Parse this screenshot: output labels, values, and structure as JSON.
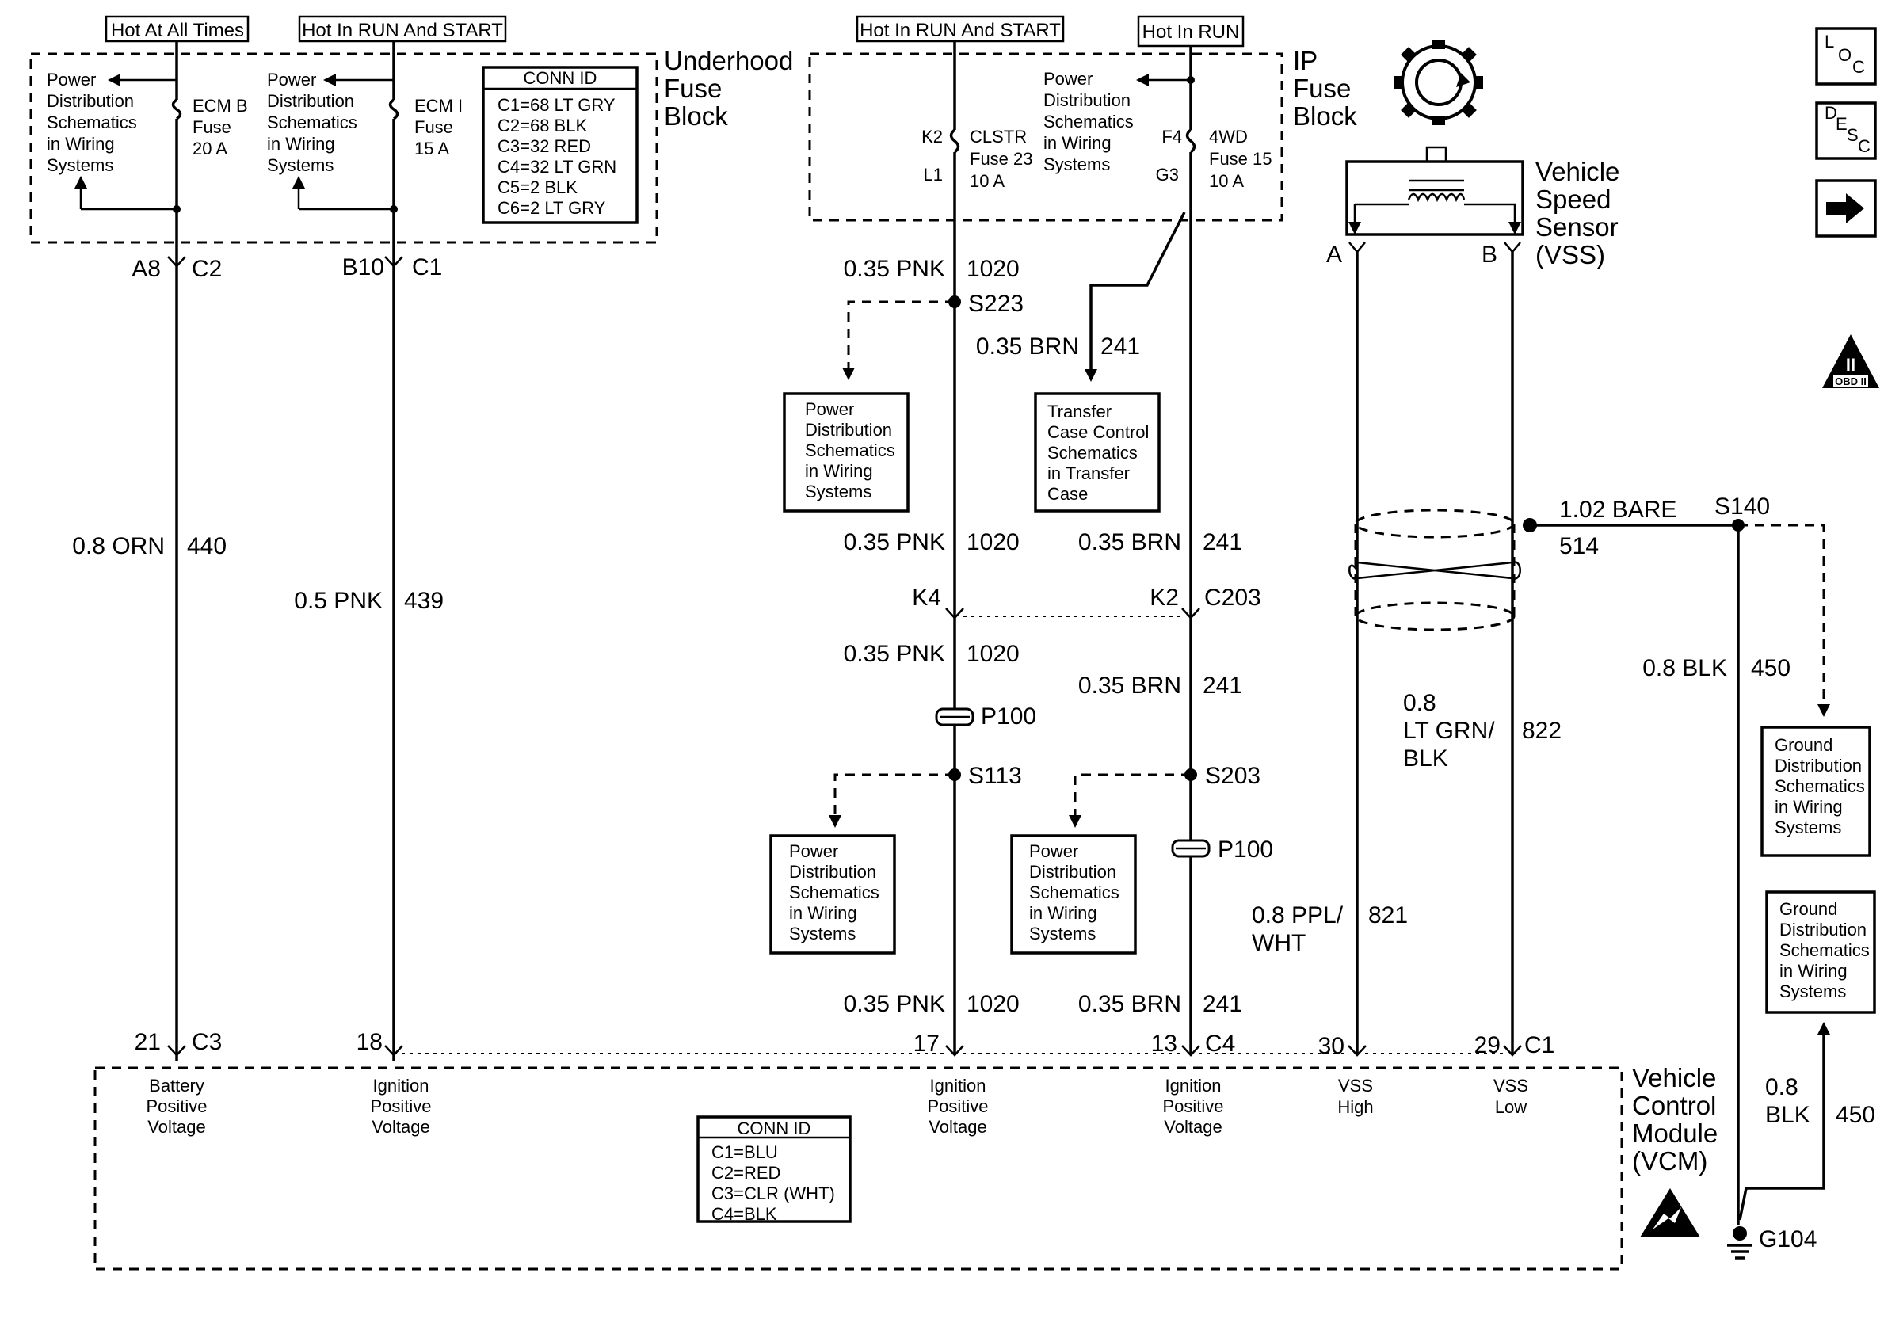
{
  "power": {
    "hot_at_all_times": "Hot At All Times",
    "hot_run_start_left": "Hot In RUN And START",
    "hot_run_start_right": "Hot In RUN And START",
    "hot_in_run": "Hot In RUN"
  },
  "underhood": {
    "title": [
      "Underhood",
      "Fuse",
      "Block"
    ],
    "pd_lines": [
      "Power",
      "Distribution",
      "Schematics",
      "in Wiring",
      "Systems"
    ],
    "ecm_b": [
      "ECM B",
      "Fuse",
      "20 A"
    ],
    "ecm_i": [
      "ECM I",
      "Fuse",
      "15 A"
    ],
    "conn_title": "CONN ID",
    "conn_rows": [
      "C1=68 LT GRY",
      "C2=68 BLK",
      "C3=32 RED",
      "C4=32 LT GRN",
      "C5=2 BLK",
      "C6=2 LT GRY"
    ]
  },
  "ip": {
    "title": [
      "IP",
      "Fuse",
      "Block"
    ],
    "pd_lines": [
      "Power",
      "Distribution",
      "Schematics",
      "in Wiring",
      "Systems"
    ],
    "k2": "K2",
    "l1": "L1",
    "f4": "F4",
    "g3": "G3",
    "clstr": [
      "CLSTR",
      "Fuse 23",
      "10 A"
    ],
    "fwd": [
      "4WD",
      "Fuse 15",
      "10 A"
    ]
  },
  "vss": {
    "title": [
      "Vehicle",
      "Speed",
      "Sensor",
      "(VSS)"
    ],
    "pin_a": "A",
    "pin_b": "B"
  },
  "icons": {
    "loc": [
      "L",
      "O",
      "C"
    ],
    "desc": [
      "D",
      "E",
      "S",
      "C"
    ],
    "arrow": "arrow-right-icon",
    "obd": "OBD II",
    "obd_roman": "II"
  },
  "wires": {
    "a8": "A8",
    "c2": "C2",
    "b10": "B10",
    "c1": "C1",
    "orn_gauge": "0.8 ORN",
    "orn_num": "440",
    "pnk05_gauge": "0.5 PNK",
    "pnk05_num": "439",
    "pnk_gauge": "0.35 PNK",
    "pnk_num": "1020",
    "brn_gauge": "0.35 BRN",
    "brn_num": "241",
    "s223": "S223",
    "s113": "S113",
    "s203": "S203",
    "s140": "S140",
    "k4": "K4",
    "k2": "K2",
    "c203": "C203",
    "p100": "P100",
    "bare_gauge": "1.02 BARE",
    "bare_num": "514",
    "blk_gauge": "0.8 BLK",
    "blk_num": "450",
    "ltgrn_lines": [
      "0.8",
      "LT GRN/",
      "BLK"
    ],
    "ltgrn_num": "822",
    "ppl_lines": [
      "0.8 PPL/",
      "WHT"
    ],
    "ppl_num": "821",
    "blk2_lines": [
      "0.8",
      "BLK"
    ],
    "blk2_num": "450",
    "g104": "G104"
  },
  "transfer_case": [
    "Transfer",
    "Case Control",
    "Schematics",
    "in Transfer",
    "Case"
  ],
  "pd_box": [
    "Power",
    "Distribution",
    "Schematics",
    "in Wiring",
    "Systems"
  ],
  "ground_box": [
    "Ground",
    "Distribution",
    "Schematics",
    "in Wiring",
    "Systems"
  ],
  "vcm": {
    "title": [
      "Vehicle",
      "Control",
      "Module",
      "(VCM)"
    ],
    "pins": {
      "p21": "21",
      "c3": "C3",
      "p18": "18",
      "p17": "17",
      "p13": "13",
      "c4": "C4",
      "p30": "30",
      "p29": "29",
      "c1": "C1"
    },
    "battery": [
      "Battery",
      "Positive",
      "Voltage"
    ],
    "ignition": [
      "Ignition",
      "Positive",
      "Voltage"
    ],
    "vss_high": [
      "VSS",
      "High"
    ],
    "vss_low": [
      "VSS",
      "Low"
    ],
    "conn_title": "CONN ID",
    "conn_rows": [
      "C1=BLU",
      "C2=RED",
      "C3=CLR (WHT)",
      "C4=BLK"
    ]
  }
}
